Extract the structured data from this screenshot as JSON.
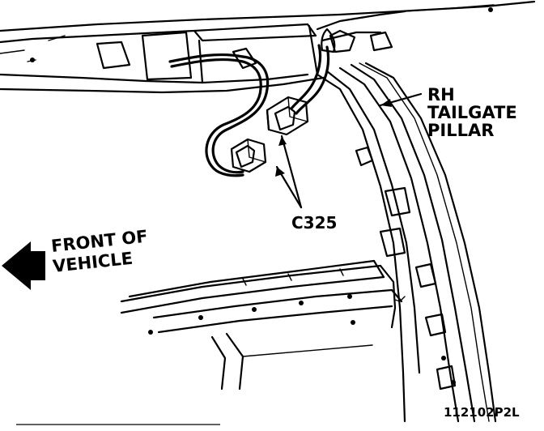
{
  "callouts": {
    "pillar_line1": "RH",
    "pillar_line2": "TAILGATE",
    "pillar_line3": "PILLAR",
    "connector": "C325",
    "front_line1": "FRONT OF",
    "front_line2": "VEHICLE"
  },
  "figure_number": "112102P2L"
}
